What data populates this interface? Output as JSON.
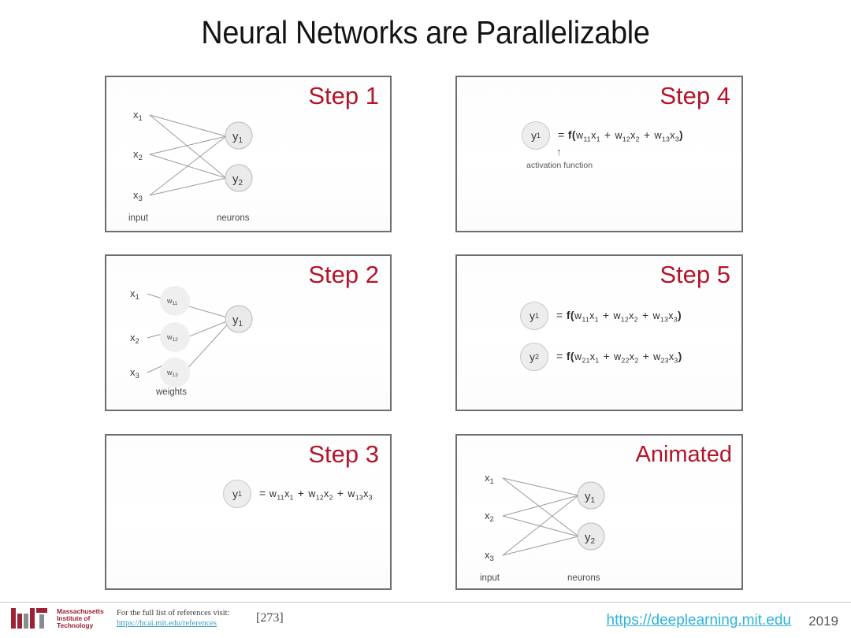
{
  "slide": {
    "title": "Neural Networks are Parallelizable",
    "title_color": "#141414",
    "accent_color": "#b3152a",
    "link_color": "#2fb3d9",
    "panel_border_color": "#6e6e72"
  },
  "panels": [
    {
      "id": "step-1",
      "step_label": "Step 1",
      "kind": "network",
      "inputs": [
        "x1",
        "x2",
        "x3"
      ],
      "neurons": [
        "y1",
        "y2"
      ],
      "caption_left": "input",
      "caption_right": "neurons"
    },
    {
      "id": "step-2",
      "step_label": "Step 2",
      "kind": "weights",
      "inputs": [
        "x1",
        "x2",
        "x3"
      ],
      "weights": [
        "w11",
        "w12",
        "w13"
      ],
      "neurons": [
        "y1"
      ],
      "caption_weights": "weights"
    },
    {
      "id": "step-3",
      "step_label": "Step 3",
      "kind": "equation",
      "equations": [
        {
          "lhs": "y1",
          "rhs_plain": "= w11x1 + w12x2 + w13x3",
          "terms": [
            {
              "w": "w",
              "w_sub": "11",
              "x": "x",
              "x_sub": "1"
            },
            {
              "w": "w",
              "w_sub": "12",
              "x": "x",
              "x_sub": "2"
            },
            {
              "w": "w",
              "w_sub": "13",
              "x": "x",
              "x_sub": "3"
            }
          ],
          "has_activation": false
        }
      ]
    },
    {
      "id": "step-4",
      "step_label": "Step 4",
      "kind": "equation",
      "annotation": "activation function",
      "annotation_arrow": "↑",
      "equations": [
        {
          "lhs": "y1",
          "rhs_plain": "= f(w11x1 + w12x2 + w13x3)",
          "terms": [
            {
              "w": "w",
              "w_sub": "11",
              "x": "x",
              "x_sub": "1"
            },
            {
              "w": "w",
              "w_sub": "12",
              "x": "x",
              "x_sub": "2"
            },
            {
              "w": "w",
              "w_sub": "13",
              "x": "x",
              "x_sub": "3"
            }
          ],
          "has_activation": true
        }
      ]
    },
    {
      "id": "step-5",
      "step_label": "Step 5",
      "kind": "equation",
      "equations": [
        {
          "lhs": "y1",
          "rhs_plain": "= f(w11x1 + w12x2 + w13x3)",
          "terms": [
            {
              "w": "w",
              "w_sub": "11",
              "x": "x",
              "x_sub": "1"
            },
            {
              "w": "w",
              "w_sub": "12",
              "x": "x",
              "x_sub": "2"
            },
            {
              "w": "w",
              "w_sub": "13",
              "x": "x",
              "x_sub": "3"
            }
          ],
          "has_activation": true
        },
        {
          "lhs": "y2",
          "rhs_plain": "= f(w21x1 + w22x2 + w23x3)",
          "terms": [
            {
              "w": "w",
              "w_sub": "21",
              "x": "x",
              "x_sub": "1"
            },
            {
              "w": "w",
              "w_sub": "22",
              "x": "x",
              "x_sub": "2"
            },
            {
              "w": "w",
              "w_sub": "23",
              "x": "x",
              "x_sub": "3"
            }
          ],
          "has_activation": true
        }
      ]
    },
    {
      "id": "animated",
      "step_label": "Animated",
      "kind": "network",
      "inputs": [
        "x1",
        "x2",
        "x3"
      ],
      "neurons": [
        "y1",
        "y2"
      ],
      "caption_left": "input",
      "caption_right": "neurons"
    }
  ],
  "labels": {
    "x1": "x",
    "x1_sub": "1",
    "x2": "x",
    "x2_sub": "2",
    "x3": "x",
    "x3_sub": "3",
    "y1": "y",
    "y1_sub": "1",
    "y2": "y",
    "y2_sub": "2",
    "w11": "w",
    "w11_sub": "11",
    "w12": "w",
    "w12_sub": "12",
    "w13": "w",
    "w13_sub": "13",
    "input_caption": "input",
    "neurons_caption": "neurons",
    "weights_caption": "weights"
  },
  "footer": {
    "mit_wordmark_line1": "Massachusetts",
    "mit_wordmark_line2": "Institute of",
    "mit_wordmark_line3": "Technology",
    "reference_note": "For the full list of references visit:",
    "reference_link": "https://hcai.mit.edu/references",
    "reference_number": "[273]",
    "course_link": "https://deeplearning.mit.edu",
    "year": "2019"
  }
}
